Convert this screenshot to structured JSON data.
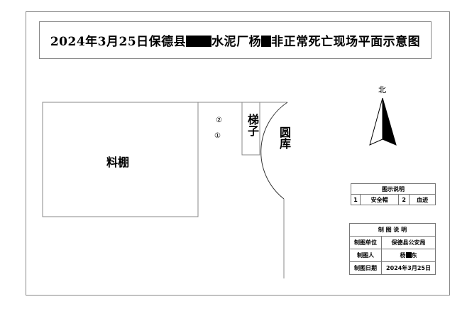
{
  "title": {
    "part1": "2024年3月25日保德县",
    "part2": "水泥厂杨",
    "part3": "非正常死亡现场平面示意图"
  },
  "diagram": {
    "shed_label": "料棚",
    "ladder_label": "梯子",
    "silo_label": "圆库",
    "marker_1": "①",
    "marker_2": "②",
    "north_label": "北"
  },
  "legend": {
    "title": "图示说明",
    "items": [
      {
        "num": "1",
        "label": "安全帽"
      },
      {
        "num": "2",
        "label": "血迹"
      }
    ]
  },
  "info_table": {
    "title": "制 图 说 明",
    "rows": [
      {
        "key": "制图单位",
        "value": "保德县公安局"
      },
      {
        "key": "制图人",
        "value_a": "杨",
        "value_b": "东"
      },
      {
        "key": "制图日期",
        "value": "2024年3月25日"
      }
    ]
  },
  "colors": {
    "line": "#888888",
    "ink": "#000000"
  }
}
